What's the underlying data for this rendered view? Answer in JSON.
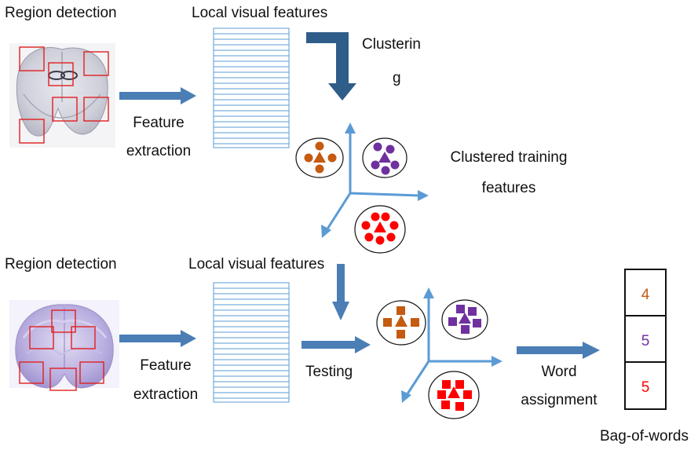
{
  "top": {
    "region_detection": "Region detection",
    "local_features": "Local visual features",
    "clustering_line1": "Clusterin",
    "clustering_line2": "g",
    "feature_line1": "Feature",
    "feature_line2": "extraction",
    "clustered_line1": "Clustered training",
    "clustered_line2": "features"
  },
  "bottom": {
    "region_detection": "Region detection",
    "local_features": "Local visual features",
    "feature_line1": "Feature",
    "feature_line2": "extraction",
    "testing": "Testing",
    "word_line1": "Word",
    "word_line2": "assignment",
    "bag_of_words": "Bag-of-words",
    "histogram": [
      {
        "value": "4",
        "color": "#c55a11"
      },
      {
        "value": "5",
        "color": "#7030a0"
      },
      {
        "value": "5",
        "color": "#ff0000"
      }
    ]
  },
  "colors": {
    "arrow": "#4a7eb5",
    "axis": "#5b9bd5",
    "orange": "#c55a11",
    "purple": "#7030a0",
    "red": "#ff0000",
    "region_box": "#e02020"
  }
}
